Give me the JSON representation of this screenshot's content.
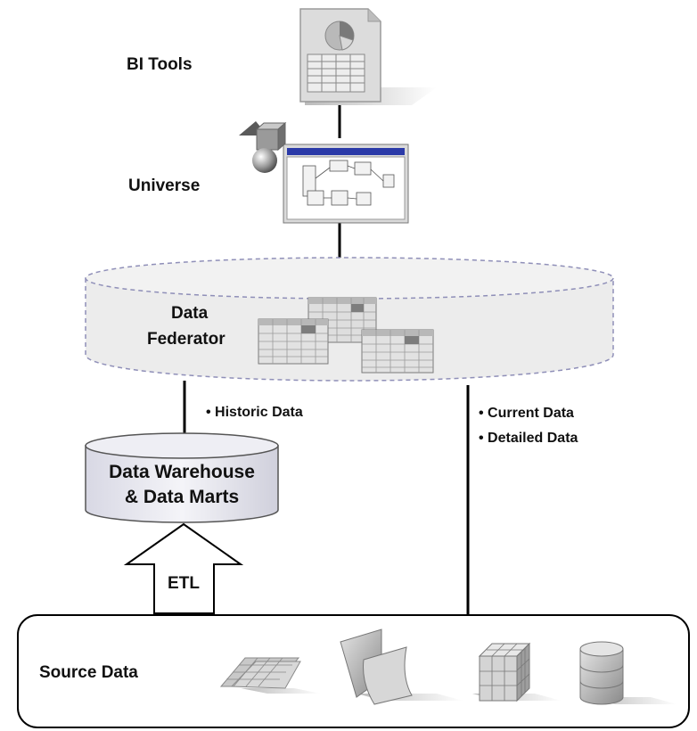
{
  "labels": {
    "bi_tools": "BI Tools",
    "universe": "Universe",
    "data_federator_line1": "Data",
    "data_federator_line2": "Federator",
    "historic_data": "• Historic Data",
    "current_data": "• Current Data",
    "detailed_data": "• Detailed Data",
    "data_warehouse_line1": "Data Warehouse",
    "data_warehouse_line2": "& Data Marts",
    "etl": "ETL",
    "source_data": "Source Data"
  },
  "icons": {
    "report": "report-document-icon",
    "universe": "universe-icon",
    "federator_tables": "table-grid-icon",
    "source_sheets": "spreadsheet-icon",
    "source_documents": "document-pages-icon",
    "source_cube": "olap-cube-icon",
    "source_database": "database-icon"
  },
  "colors": {
    "line": "#000000",
    "cylinder_fill": "#e8e8ef",
    "federator_fill": "#eeeeee",
    "federator_border": "#9999bb",
    "icon_gray": "#a7a7a7"
  }
}
